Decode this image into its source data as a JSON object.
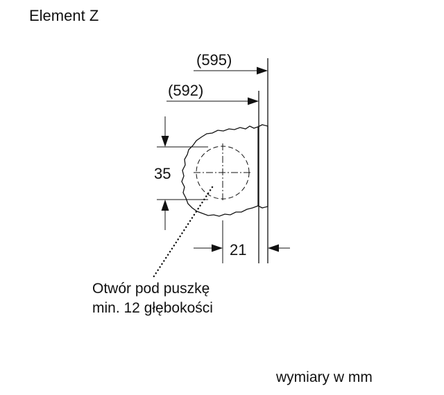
{
  "title": "Element Z",
  "dimensions": {
    "outer_width": "(595)",
    "inner_width": "(592)",
    "hole_diameter": "35",
    "edge_offset": "21"
  },
  "note": {
    "line1": "Otwór pod puszkę",
    "line2": "min. 12 głębokości"
  },
  "units": "wymiary w mm"
}
